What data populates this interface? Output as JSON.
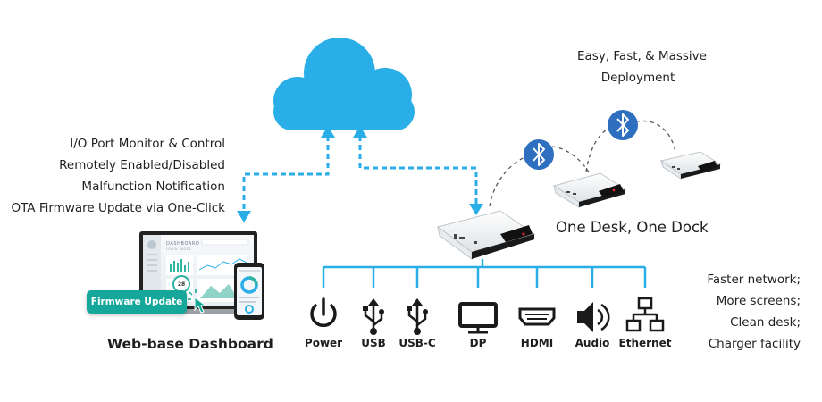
{
  "features": [
    "I/O Port Monitor & Control",
    "Remotely Enabled/Disabled",
    "Malfunction Notification",
    "OTA Firmware Update via One-Click"
  ],
  "deployment": [
    "Easy, Fast, & Massive",
    "Deployment"
  ],
  "one_desk": "One Desk, One Dock",
  "benefits": [
    "Faster network;",
    "More screens;",
    "Clean desk;",
    "Charger facility"
  ],
  "dashboard": {
    "label": "Web-base Dashboard",
    "badge": "Firmware Update",
    "screen_title": "DASHBOARD",
    "screen_subtitle": "LOGIN PAGES",
    "gauge_value": "28"
  },
  "ports": [
    {
      "label": "Power",
      "icon": "power-icon"
    },
    {
      "label": "USB",
      "icon": "usb-icon"
    },
    {
      "label": "USB-C",
      "icon": "usb-icon"
    },
    {
      "label": "DP",
      "icon": "monitor-icon"
    },
    {
      "label": "HDMI",
      "icon": "hdmi-icon"
    },
    {
      "label": "Audio",
      "icon": "speaker-icon"
    },
    {
      "label": "Ethernet",
      "icon": "network-icon"
    }
  ],
  "colors": {
    "cloud": "#29aee8",
    "connector": "#29aee8",
    "bluetooth": "#2f6fc0",
    "badge": "#15a89a",
    "icon": "#1a1a1a"
  },
  "icons": [
    "cloud-icon",
    "bluetooth-icon",
    "cursor-icon",
    "docking-station-icon",
    "laptop-icon",
    "phone-icon"
  ]
}
